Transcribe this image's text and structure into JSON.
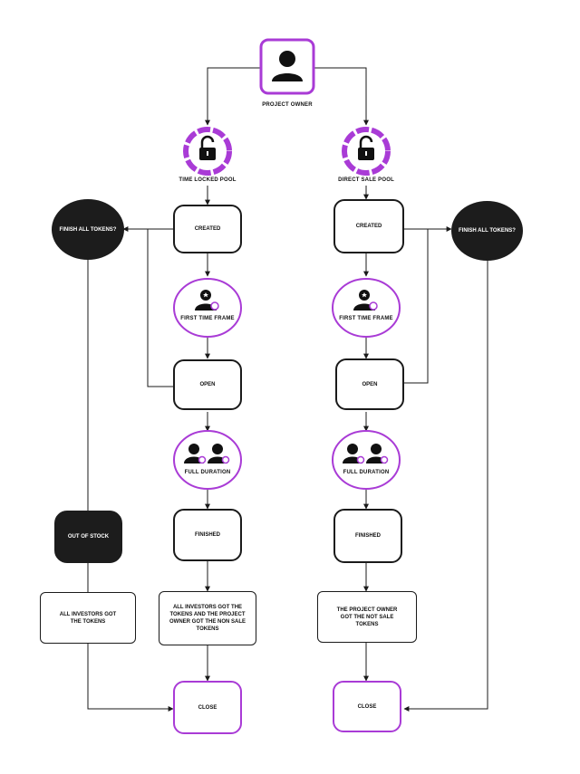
{
  "nodes": {
    "project_owner": "PROJECT OWNER",
    "time_locked_pool": "TIME LOCKED POOL",
    "direct_sale_pool": "DIRECT SALE POOL",
    "left": {
      "created": "CREATED",
      "first_time_frame": "FIRST TIME FRAME",
      "open": "OPEN",
      "full_duration": "FULL DURATION",
      "finished": "FINISHED",
      "result": "ALL INVESTORS GOT THE TOKENS AND THE PROJECT OWNER GOT THE NON SALE TOKENS",
      "close": "CLOSE",
      "finish_all_tokens": "FINISH ALL TOKENS?",
      "out_of_stock": "OUT OF STOCK",
      "all_investors": "ALL INVESTORS GOT THE TOKENS"
    },
    "right": {
      "created": "CREATED",
      "first_time_frame": "FIRST TIME FRAME",
      "open": "OPEN",
      "full_duration": "FULL DURATION",
      "finished": "FINISHED",
      "result": "THE PROJECT OWNER GOT THE NOT SALE TOKENS",
      "close": "CLOSE",
      "finish_all_tokens": "FINISH ALL TOKENS?"
    }
  },
  "colors": {
    "accent": "#a93bd6",
    "dark": "#1c1c1c",
    "line": "#1a1a1a"
  },
  "icons": [
    "user-icon",
    "lock-icon",
    "user-star-icon",
    "users-icon"
  ]
}
